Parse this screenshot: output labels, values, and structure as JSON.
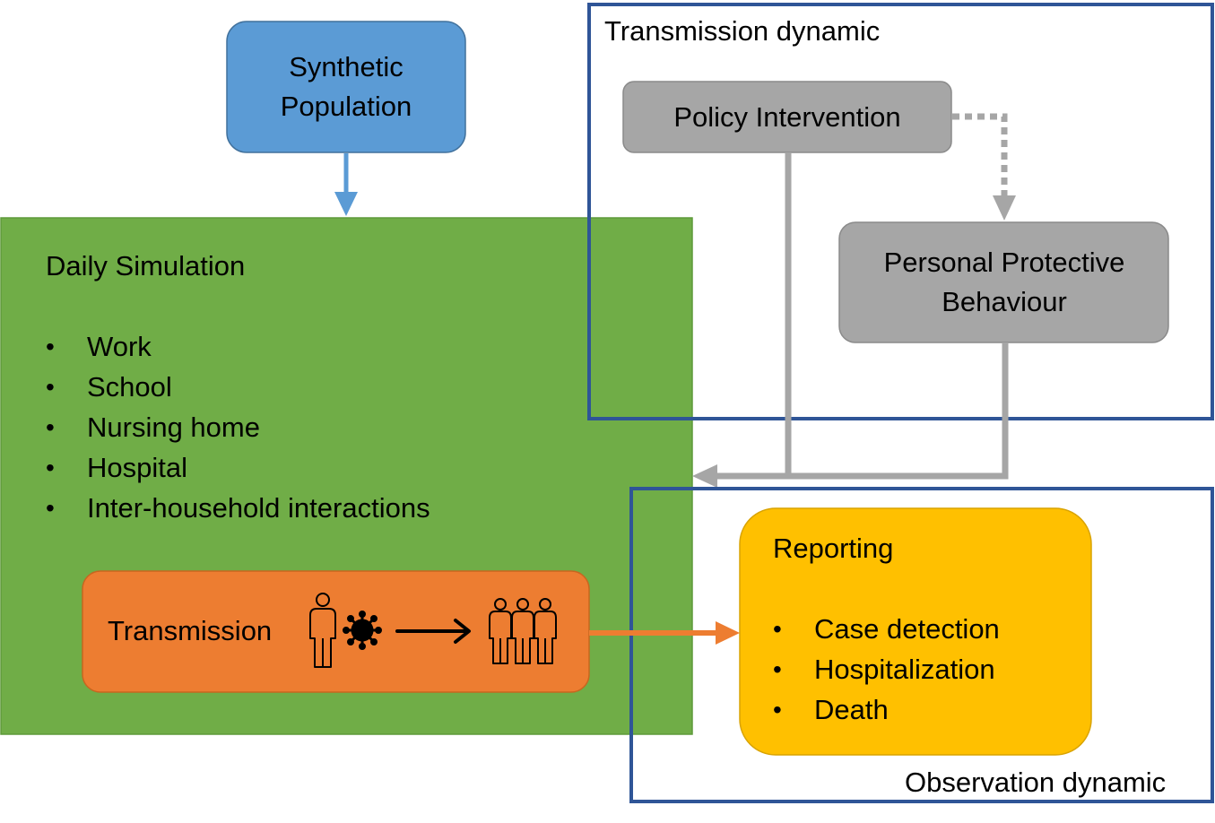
{
  "synthetic_population": {
    "label": "Synthetic Population",
    "color": "#5B9BD5"
  },
  "daily_simulation": {
    "title": "Daily Simulation",
    "items": [
      "Work",
      "School",
      "Nursing home",
      "Hospital",
      "Inter-household interactions"
    ],
    "color": "#70AD47"
  },
  "transmission": {
    "label": "Transmission",
    "color": "#ED7D31",
    "icons": [
      "person-icon",
      "virus-icon",
      "arrow-right-icon",
      "group-of-people-icon"
    ]
  },
  "transmission_dynamic": {
    "title": "Transmission dynamic",
    "policy": "Policy Intervention",
    "behaviour": "Personal Protective Behaviour",
    "frame_color": "#2F5597",
    "box_color": "#A6A6A6"
  },
  "observation_dynamic": {
    "title": "Observation dynamic",
    "reporting": {
      "title": "Reporting",
      "items": [
        "Case detection",
        "Hospitalization",
        "Death"
      ],
      "color": "#FFC000"
    }
  }
}
